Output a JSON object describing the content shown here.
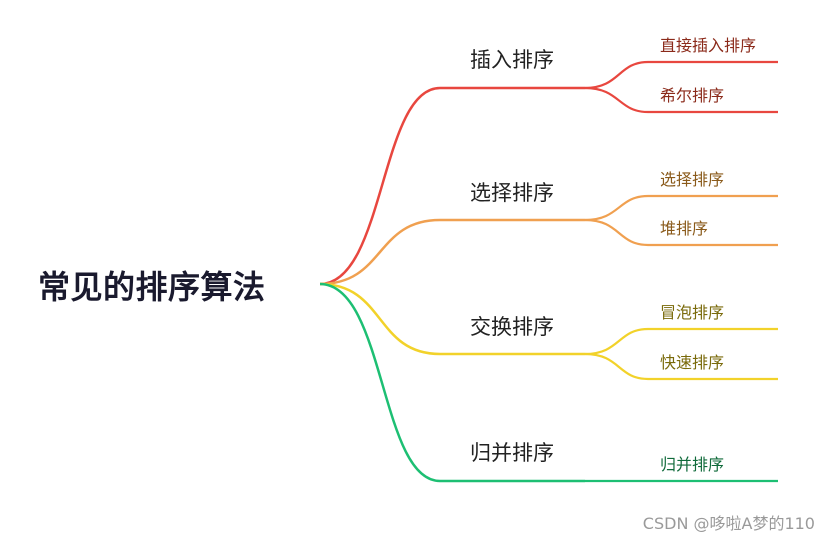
{
  "root": {
    "label": "常见的排序算法"
  },
  "branches": [
    {
      "label": "插入排序",
      "color": "#e8473f",
      "leafColor": "#8b2a1a",
      "leaves": [
        {
          "label": "直接插入排序"
        },
        {
          "label": "希尔排序"
        }
      ]
    },
    {
      "label": "选择排序",
      "color": "#f0a050",
      "leafColor": "#8a5a1a",
      "leaves": [
        {
          "label": "选择排序"
        },
        {
          "label": "堆排序"
        }
      ]
    },
    {
      "label": "交换排序",
      "color": "#f2d22a",
      "leafColor": "#7a6a0a",
      "leaves": [
        {
          "label": "冒泡排序"
        },
        {
          "label": "快速排序"
        }
      ]
    },
    {
      "label": "归并排序",
      "color": "#1dbf73",
      "leafColor": "#0f6a3a",
      "leaves": [
        {
          "label": "归并排序"
        }
      ]
    }
  ],
  "watermark": "CSDN @哆啦A梦的110"
}
